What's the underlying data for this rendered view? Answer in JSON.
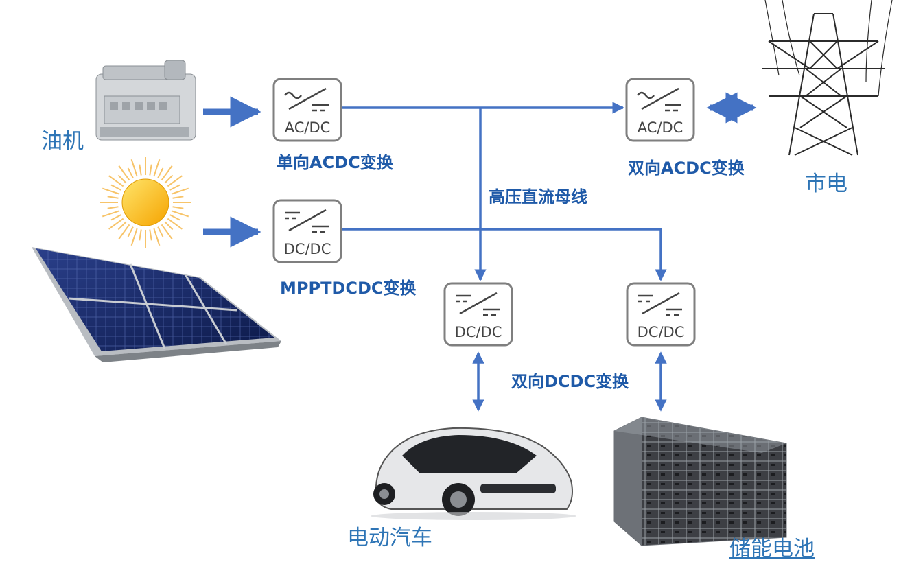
{
  "converter_labels": {
    "acdc_unidirectional": "AC/DC",
    "acdc_bidirectional": "AC/DC",
    "mppt_dcdc": "DC/DC",
    "ev_dcdc": "DC/DC",
    "battery_dcdc": "DC/DC"
  },
  "labels": {
    "diesel_generator": "油机",
    "grid": "市电",
    "electric_vehicle": "电动汽车",
    "battery_storage": "储能电池",
    "unidirectional_acdc": "单向ACDC变换",
    "bidirectional_acdc": "双向ACDC变换",
    "hv_dc_bus": "高压直流母线",
    "mppt_dcdc": "MPPTDCDC变换",
    "bidirectional_dcdc": "双向DCDC变换"
  },
  "colors": {
    "line": "#4472c4",
    "label_blue": "#2e75b6",
    "bold_blue": "#1f5aa8",
    "converter_border": "#7f7f7f"
  },
  "icons": [
    "diesel-engine-icon",
    "sun-icon",
    "solar-panel-icon",
    "power-tower-icon",
    "electric-car-icon",
    "battery-rack-icon"
  ]
}
